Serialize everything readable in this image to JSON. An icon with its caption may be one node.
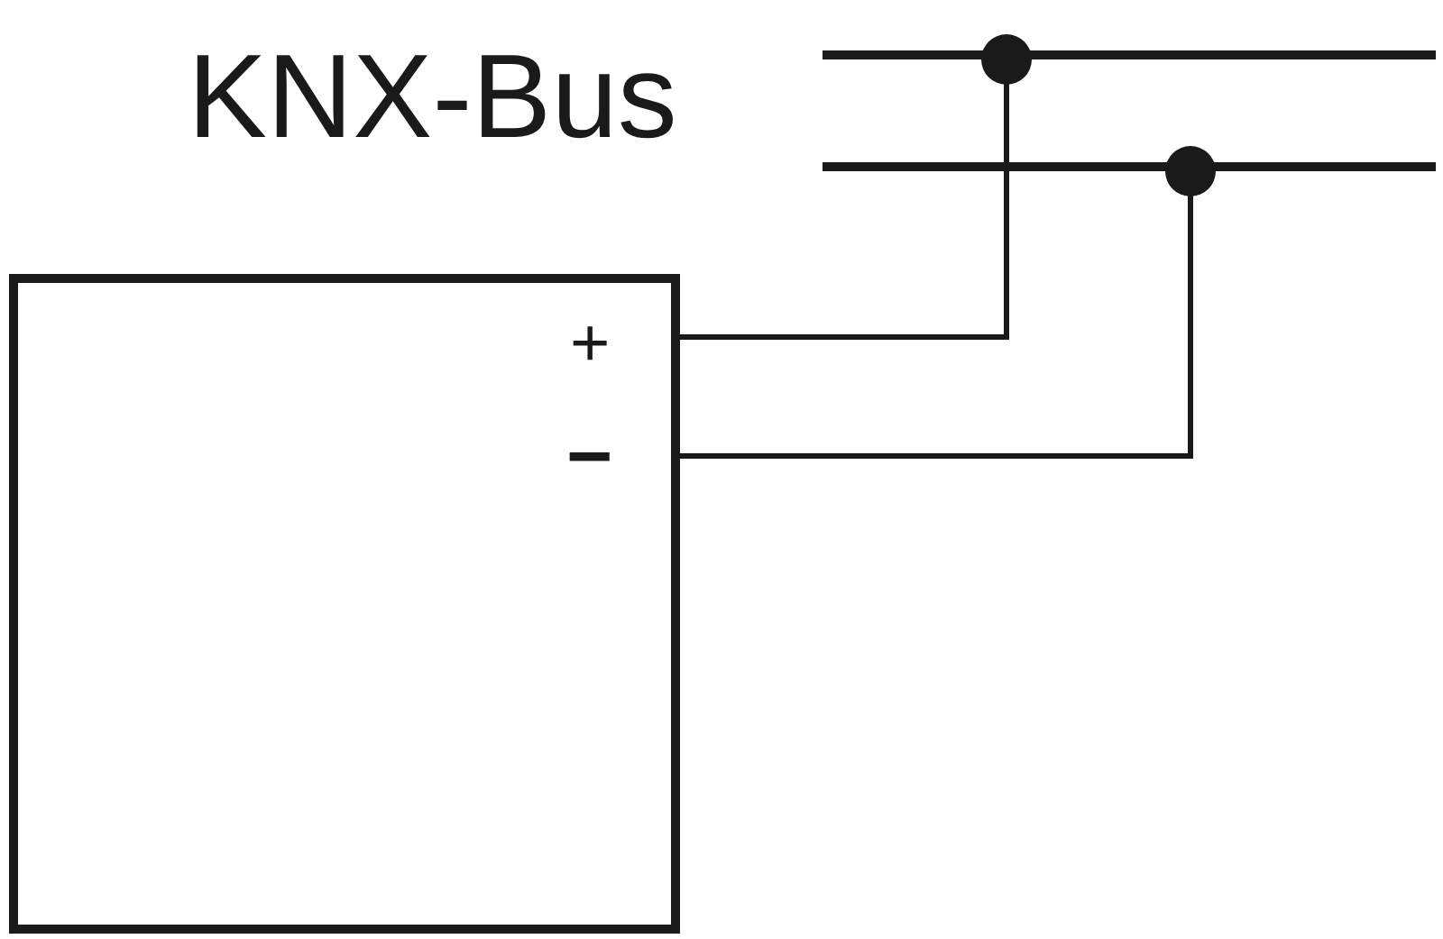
{
  "diagram": {
    "nodes": [
      {
        "text": [],
        "shape": "box"
      },
      {
        "text": [],
        "shape": "bar"
      },
      {
        "text": [],
        "shape": "bar"
      }
    ],
    "edges": [
      {
        "from": 0,
        "to": 1,
        "arrow": "other"
      },
      {
        "from": 0,
        "to": 2,
        "arrow": "other"
      }
    ],
    "labels": [
      "KNX-Bus",
      "+",
      "−"
    ]
  }
}
